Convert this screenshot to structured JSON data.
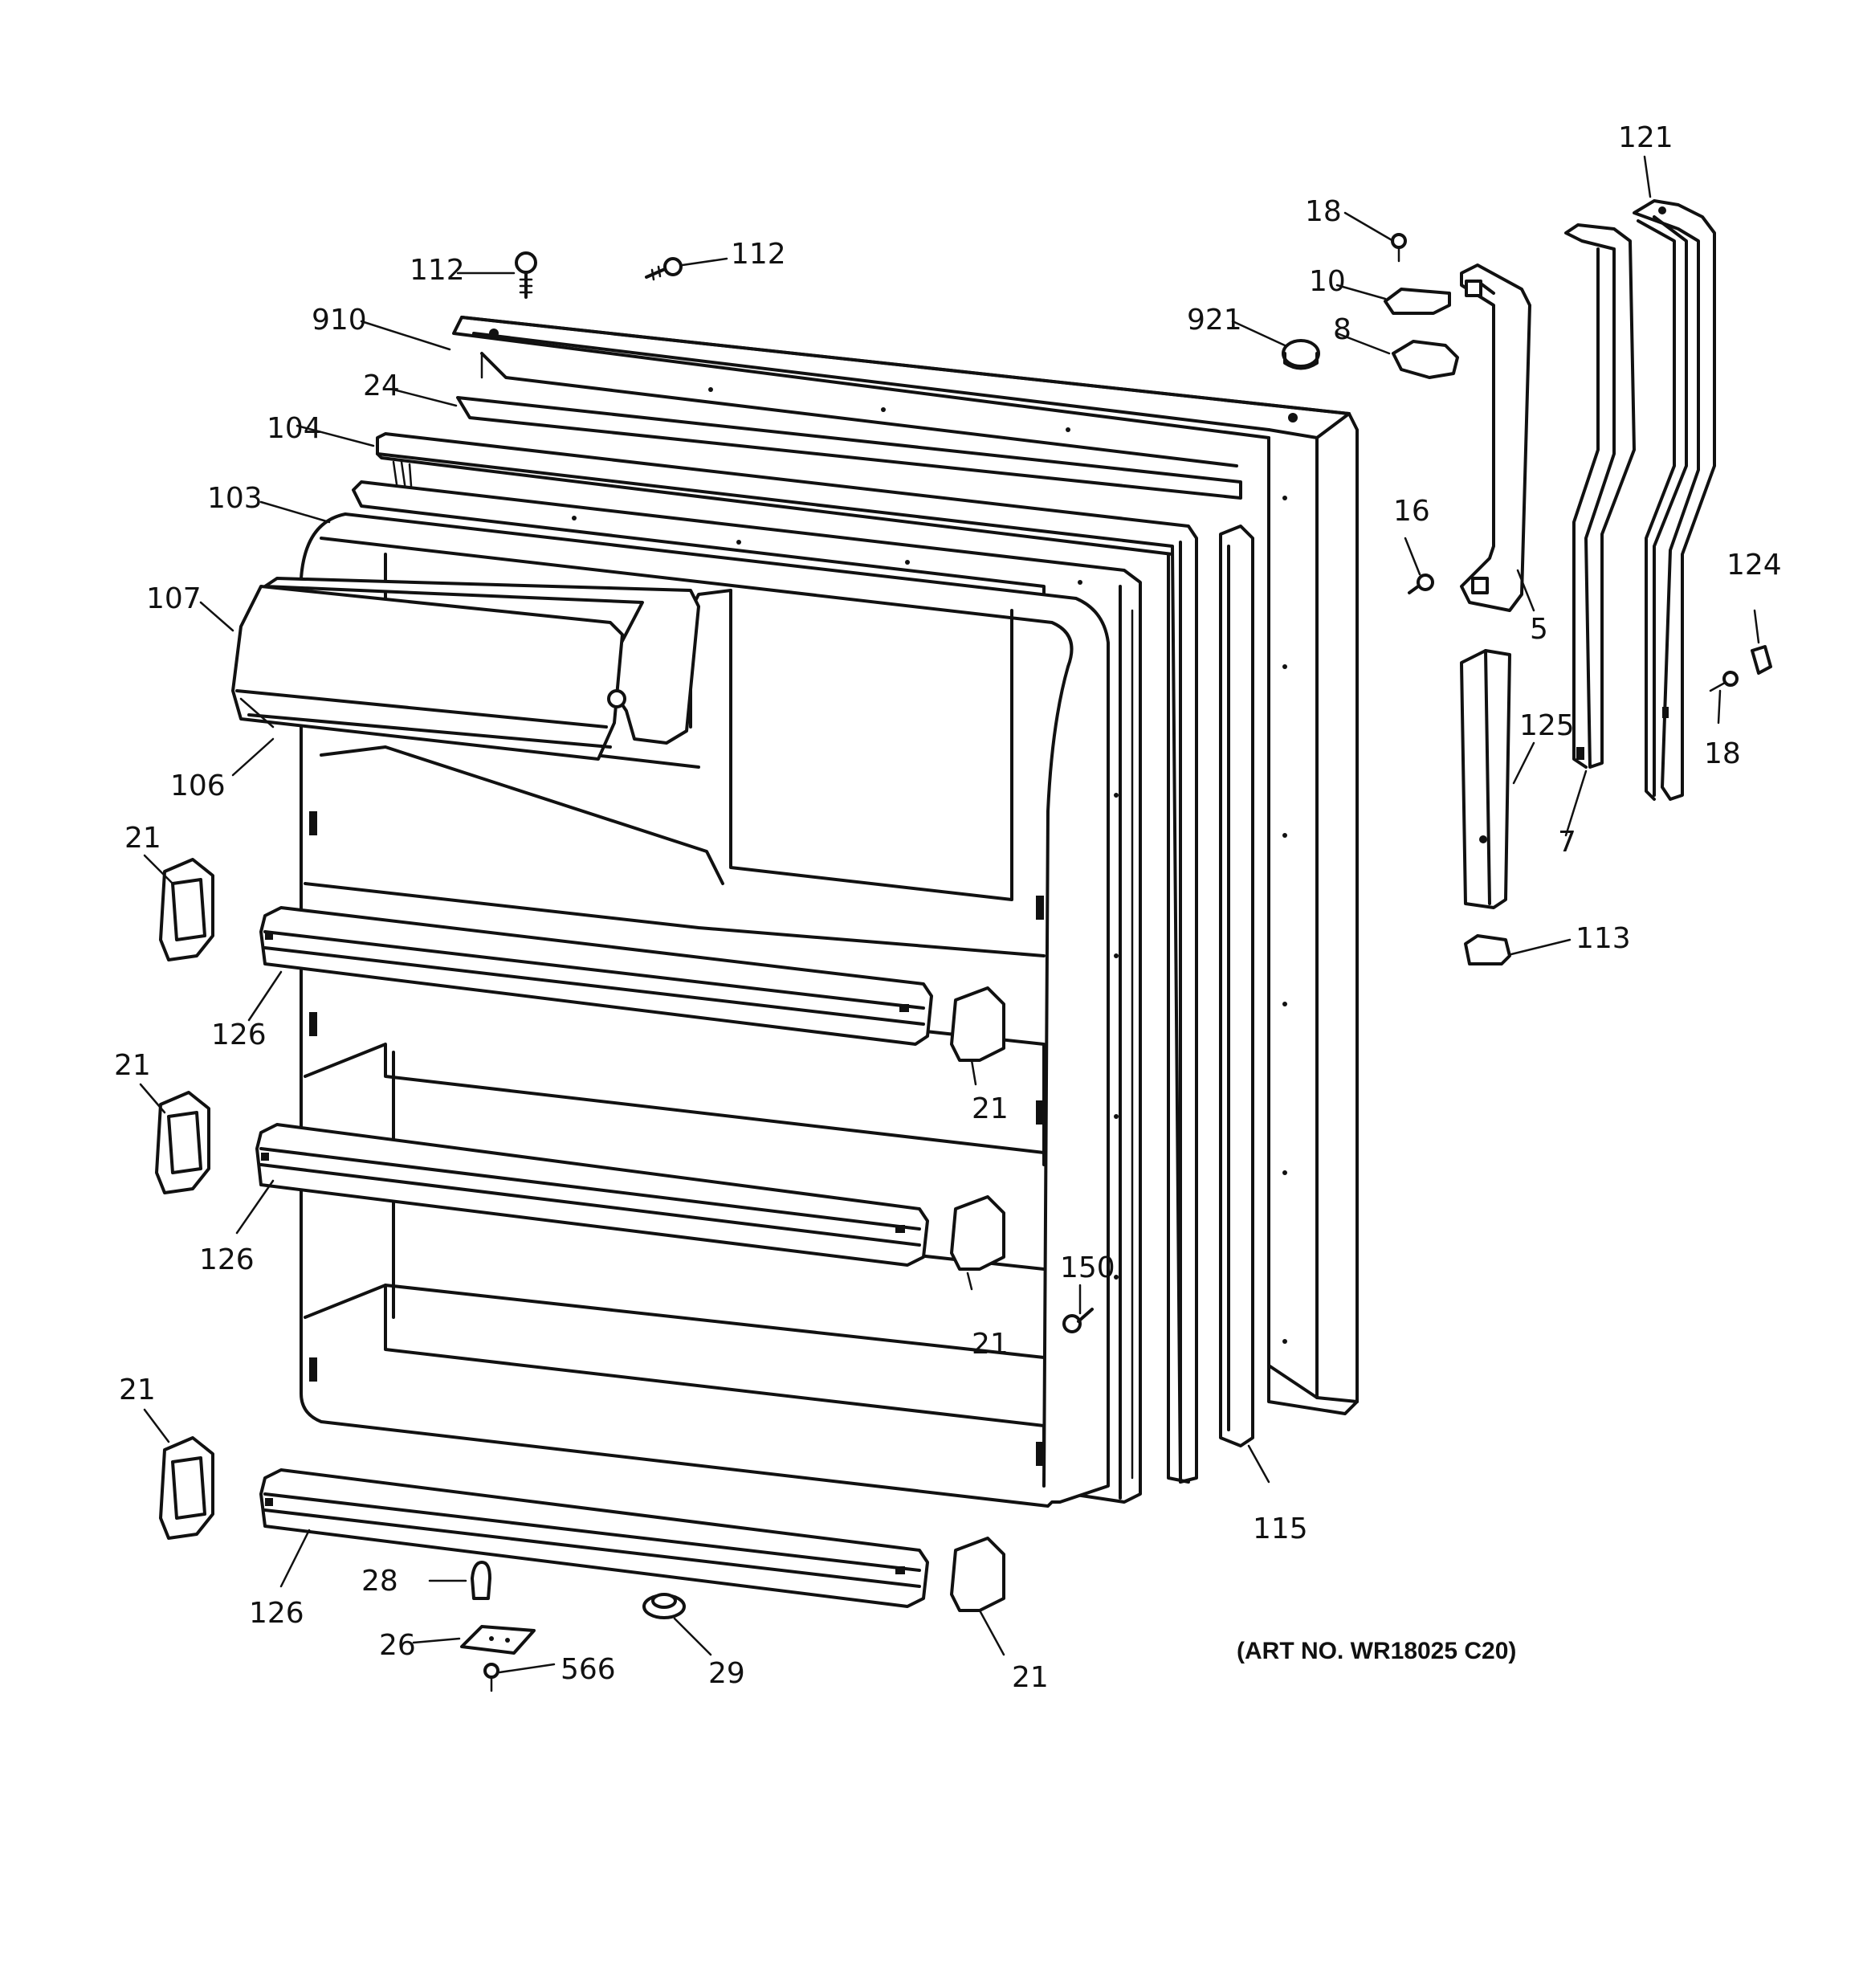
{
  "art_number": "(ART NO. WR18025 C20)",
  "callouts": {
    "c112a": "112",
    "c112b": "112",
    "c910": "910",
    "c24": "24",
    "c104": "104",
    "c103": "103",
    "c107": "107",
    "c106": "106",
    "c21a": "21",
    "c21b": "21",
    "c21c": "21",
    "c21d": "21",
    "c21e": "21",
    "c21f": "21",
    "c126a": "126",
    "c126b": "126",
    "c126c": "126",
    "c28": "28",
    "c26": "26",
    "c566": "566",
    "c29": "29",
    "c150": "150",
    "c115": "115",
    "c921": "921",
    "c18a": "18",
    "c18b": "18",
    "c10": "10",
    "c8": "8",
    "c16": "16",
    "c5": "5",
    "c121": "121",
    "c124": "124",
    "c125": "125",
    "c7": "7",
    "c113": "113"
  }
}
